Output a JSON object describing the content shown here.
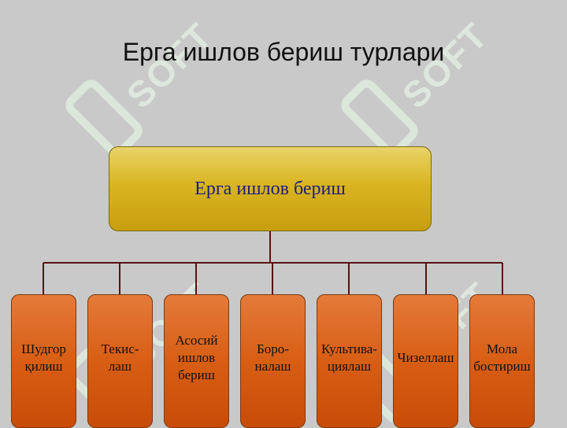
{
  "slide": {
    "title": "Ерга ишлов бериш турлари"
  },
  "diagram": {
    "root": "Ерга ишлов бериш",
    "children": [
      "Шудгор\nқилиш",
      "Текис-\nлаш",
      "Асосий\nишлов\nбериш",
      "Боро-\nналаш",
      "Культива-\nциялаш",
      "Чизеллаш",
      "Мола\nбостириш"
    ]
  },
  "colors": {
    "background": "#c9c9c9",
    "root_fill": "#d9b520",
    "child_fill": "#d85e14",
    "connector": "#5a1010",
    "root_text": "#1d1d7a"
  }
}
